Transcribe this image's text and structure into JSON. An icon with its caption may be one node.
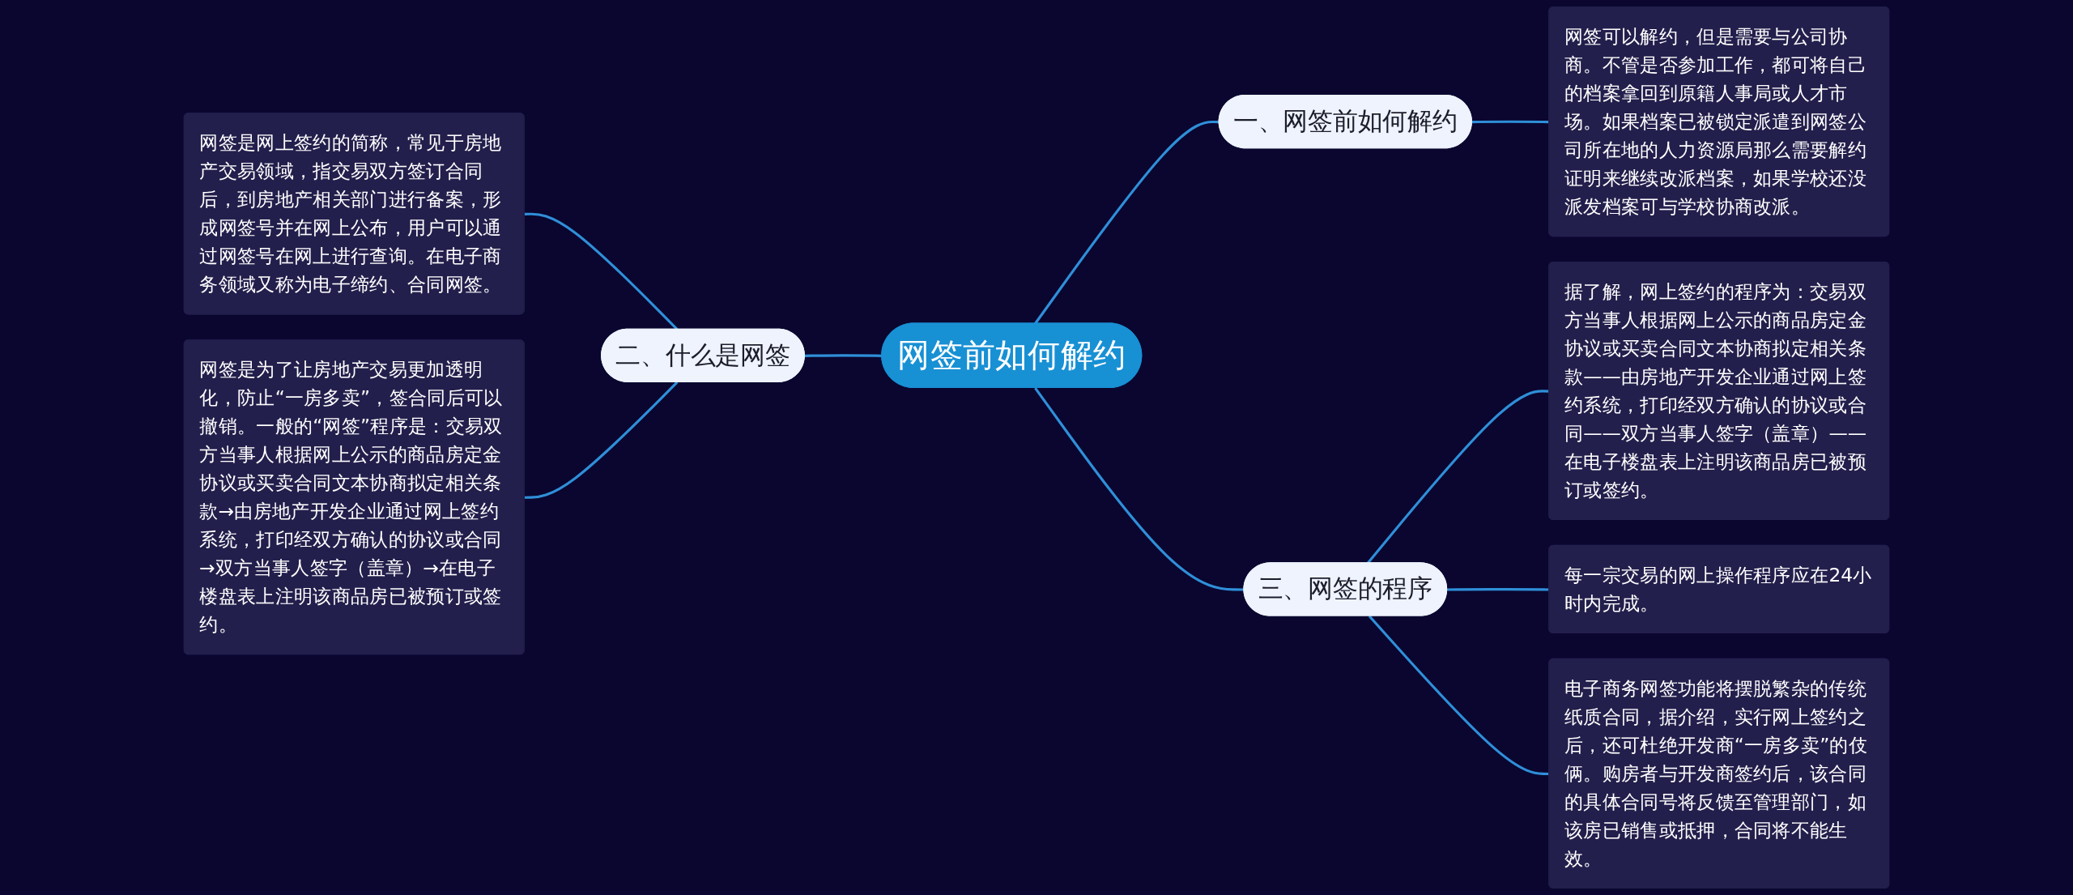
{
  "diagram": {
    "nodes": [
      {
        "text": [
          "网签前如何解约"
        ]
      },
      {
        "text": [
          "一、网签前如何解约"
        ]
      },
      {
        "text": [
          "网签可以解约，但是需要与公司协商。不管是否参加工作，都可将自己的档案拿回到原籍人事局或人才市场。如果档案已被锁定派遣到网签公司所在地的人力资源局那么需要解约证明来继续改派档案，如果学校还没派发档案可与学校协商改派。"
        ]
      },
      {
        "text": [
          "二、什么是网签"
        ]
      },
      {
        "text": [
          "网签是网上签约的简称，常见于房地产交易领域，指交易双方签订合同后，到房地产相关部门进行备案，形成网签号并在网上公布，用户可以通过网签号在网上进行查询。在电子商务领域又称为电子缔约、合同网签。"
        ]
      },
      {
        "text": [
          "网签是为了让房地产交易更加透明化，防止“一房多卖”，签合同后可以撤销。一般的“网签”程序是：交易双方当事人根据网上公示的商品房定金协议或买卖合同文本协商拟定相关条款→由房地产开发企业通过网上签约系统，打印经双方确认的协议或合同→双方当事人签字（盖章）→在电子楼盘表上注明该商品房已被预订或签约。"
        ]
      },
      {
        "text": [
          "三、网签的程序"
        ]
      },
      {
        "text": [
          "据了解，网上签约的程序为：交易双方当事人根据网上公示的商品房定金协议或买卖合同文本协商拟定相关条款——由房地产开发企业通过网上签约系统，打印经双方确认的协议或合同——双方当事人签字（盖章）——在电子楼盘表上注明该商品房已被预订或签约。"
        ]
      },
      {
        "text": [
          "每一宗交易的网上操作程序应在24小时内完成。"
        ]
      },
      {
        "text": [
          "电子商务网签功能将摆脱繁杂的传统纸质合同，据介绍，实行网上签约之后，还可杜绝开发商“一房多卖”的伎俩。购房者与开发商签约后，该合同的具体合同号将反馈至管理部门，如该房已销售或抵押，合同将不能生效。"
        ]
      }
    ],
    "edges": [
      {
        "from": 0,
        "to": 1,
        "arrow": "none"
      },
      {
        "from": 1,
        "to": 2,
        "arrow": "none"
      },
      {
        "from": 3,
        "to": 0,
        "arrow": "none"
      },
      {
        "from": 4,
        "to": 3,
        "arrow": "none"
      },
      {
        "from": 5,
        "to": 3,
        "arrow": "none"
      },
      {
        "from": 0,
        "to": 6,
        "arrow": "none"
      },
      {
        "from": 6,
        "to": 7,
        "arrow": "none"
      },
      {
        "from": 6,
        "to": 8,
        "arrow": "none"
      },
      {
        "from": 6,
        "to": 9,
        "arrow": "none"
      }
    ]
  }
}
